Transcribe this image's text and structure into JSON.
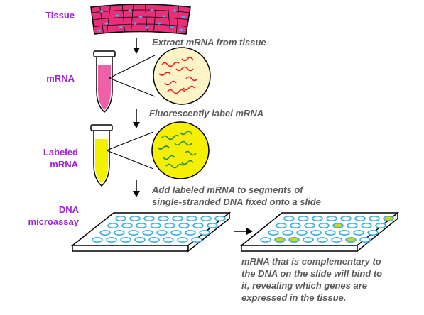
{
  "labels": {
    "tissue": "Tissue",
    "mrna": "mRNA",
    "labeled_1": "Labeled",
    "labeled_2": "mRNA",
    "dna_1": "DNA",
    "dna_2": "microassay"
  },
  "steps": {
    "extract": "Extract mRNA from tissue",
    "label": "Fluorescently label mRNA",
    "add_1": "Add labeled mRNA to segments of",
    "add_2": "single-stranded DNA fixed onto a slide"
  },
  "result": [
    "mRNA that is complementary to",
    "the DNA on the slide will bind to",
    "it, revealing which genes are",
    "expressed in the tissue."
  ],
  "colors": {
    "label": "#a020d8",
    "tissue": "#e8307a",
    "mrna_fluid": "#f060a8",
    "labeled_fluid": "#f4f000",
    "red_strand": "#f02020",
    "green_strand": "#2a8a5a",
    "well": "#40b0e0",
    "bound_well": "#d4d400"
  }
}
